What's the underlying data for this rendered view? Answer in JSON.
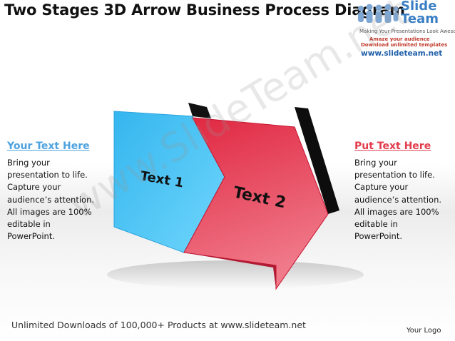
{
  "title": "Two Stages 3D Arrow Business Process Diagram",
  "logo": {
    "brand_line1": "Slide",
    "brand_line2": "Team",
    "tagline": "Making Your Presentations Look Awesome",
    "amaze": "Amaze your audience",
    "download": "Download unlimited templates",
    "url": "www.slideteam.net"
  },
  "watermark": "www.SlideTeam.net",
  "left_panel": {
    "heading": "Your Text Here",
    "lines": [
      "Bring your",
      "presentation to life.",
      "Capture your",
      "audience’s attention.",
      "All images are 100%",
      "editable in",
      "PowerPoint."
    ]
  },
  "right_panel": {
    "heading": "Put Text Here",
    "lines": [
      "Bring your",
      "presentation to life.",
      "Capture your",
      "audience’s attention.",
      "All images are 100%",
      "editable in",
      "PowerPoint."
    ]
  },
  "stages": {
    "stage1_label": "Text 1",
    "stage2_label": "Text 2"
  },
  "colors": {
    "stage1": "#3fc1f0",
    "stage2": "#e8354e",
    "left_heading": "#4da3e0",
    "right_heading": "#e23b4b"
  },
  "footer": "Unlimited Downloads of 100,000+ Products at www.slideteam.net",
  "your_logo": "Your Logo"
}
